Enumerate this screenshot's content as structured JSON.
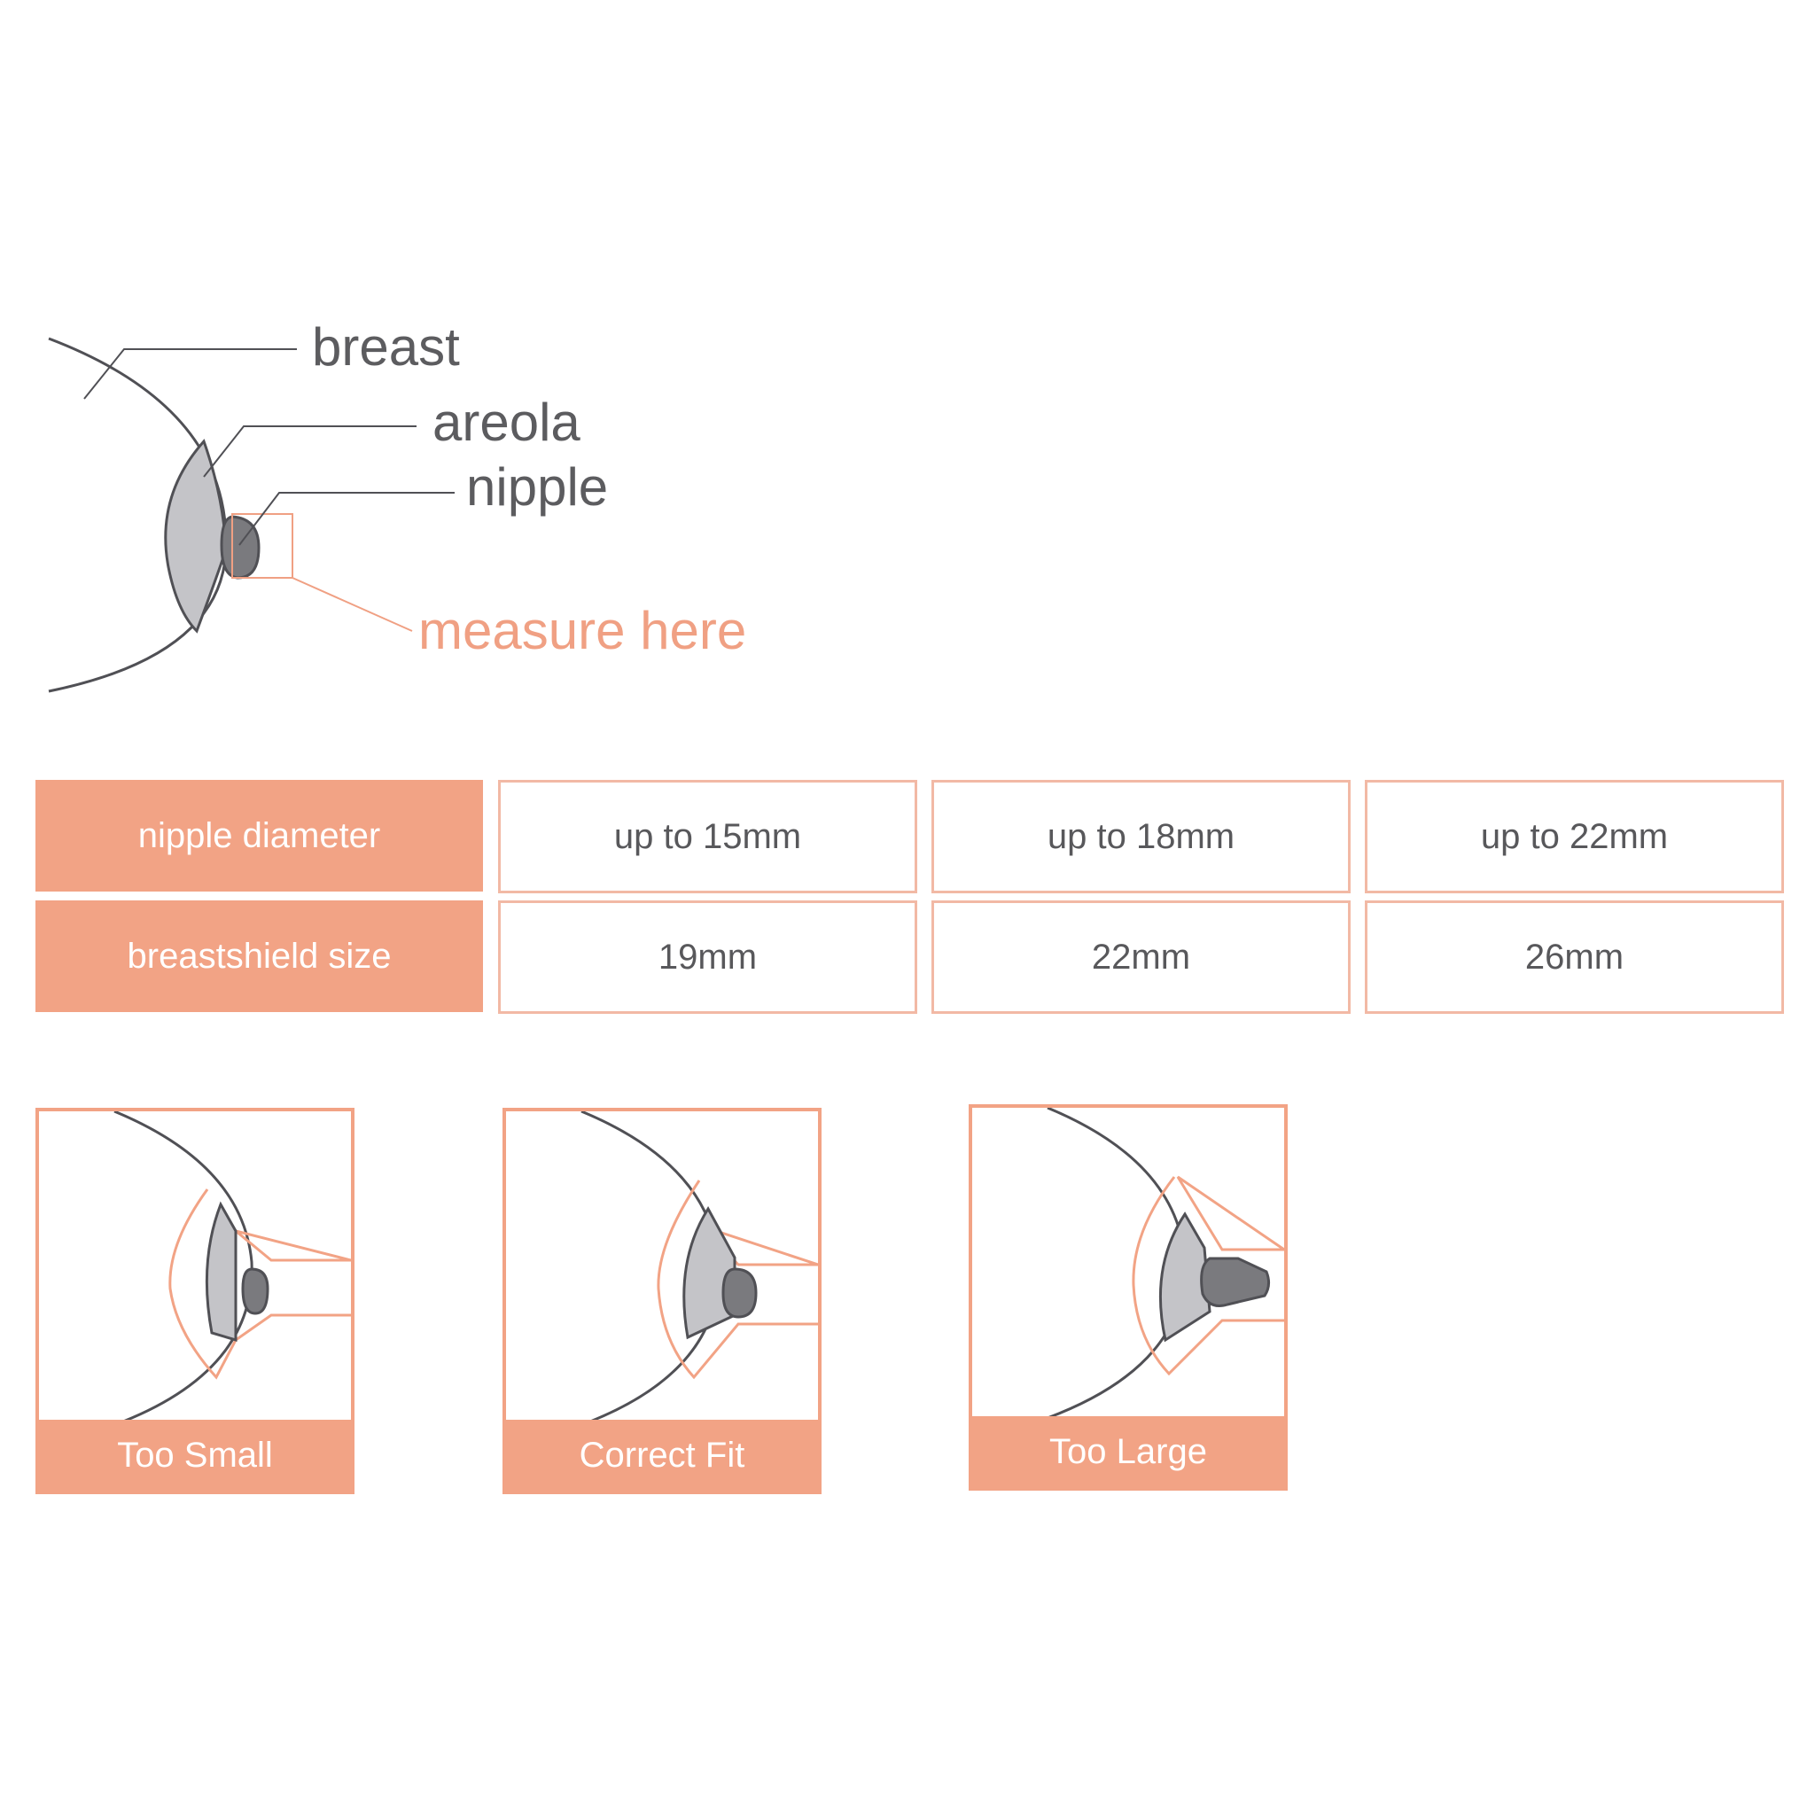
{
  "anatomy_diagram": {
    "labels": {
      "breast": "breast",
      "areola": "areola",
      "nipple": "nipple",
      "measure": "measure here"
    }
  },
  "size_table": {
    "row_headers": [
      "nipple diameter",
      "breastshield size"
    ],
    "columns": [
      {
        "nipple_diameter": "up to 15mm",
        "breastshield_size": "19mm"
      },
      {
        "nipple_diameter": "up to 18mm",
        "breastshield_size": "22mm"
      },
      {
        "nipple_diameter": "up to 22mm",
        "breastshield_size": "26mm"
      }
    ]
  },
  "fit_examples": [
    {
      "label": "Too Small"
    },
    {
      "label": "Correct Fit"
    },
    {
      "label": "Too Large"
    }
  ],
  "colors": {
    "accent": "#f2a385",
    "accent_text": "#f0a083",
    "text": "#5c5c5f",
    "outline": "#505055",
    "areola_fill": "#c4c4c8",
    "nipple_fill": "#7a7a7e"
  }
}
